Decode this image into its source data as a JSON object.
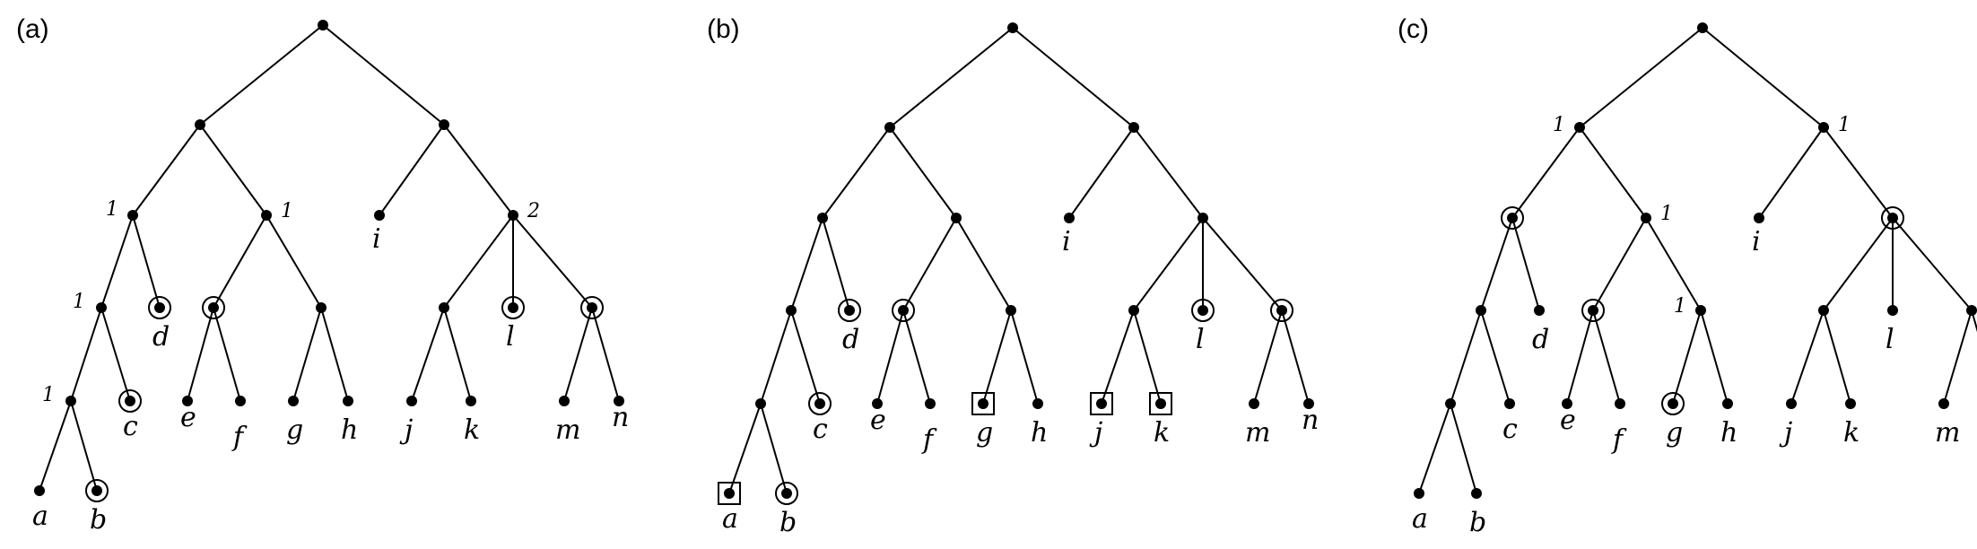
{
  "panels": [
    {
      "label": "(a)",
      "circled": [
        "d",
        "c",
        "b",
        "e|f",
        "l",
        "m|n"
      ],
      "squared": [],
      "weights": {
        "a|b|c|d": "1",
        "a|b|c": "1",
        "a|b": "1",
        "e|f|g|h": "1",
        "j|k|l|m|n": "2"
      }
    },
    {
      "label": "(b)",
      "circled": [
        "d",
        "c",
        "b",
        "e|f",
        "l",
        "m|n"
      ],
      "squared": [
        "a",
        "g",
        "j",
        "k"
      ],
      "weights": {}
    },
    {
      "label": "(c)",
      "circled": [
        "a|b|c|d",
        "e|f",
        "g",
        "j|k|l|m|n"
      ],
      "squared": [],
      "weights": {
        "a|b|c|d|e|f|g|h": "1",
        "i|j|k|l|m|n": "1",
        "e|f|g|h": "1",
        "g|h": "1"
      }
    }
  ],
  "leaves": [
    "a",
    "b",
    "c",
    "d",
    "e",
    "f",
    "g",
    "h",
    "i",
    "j",
    "k",
    "l",
    "m",
    "n"
  ]
}
